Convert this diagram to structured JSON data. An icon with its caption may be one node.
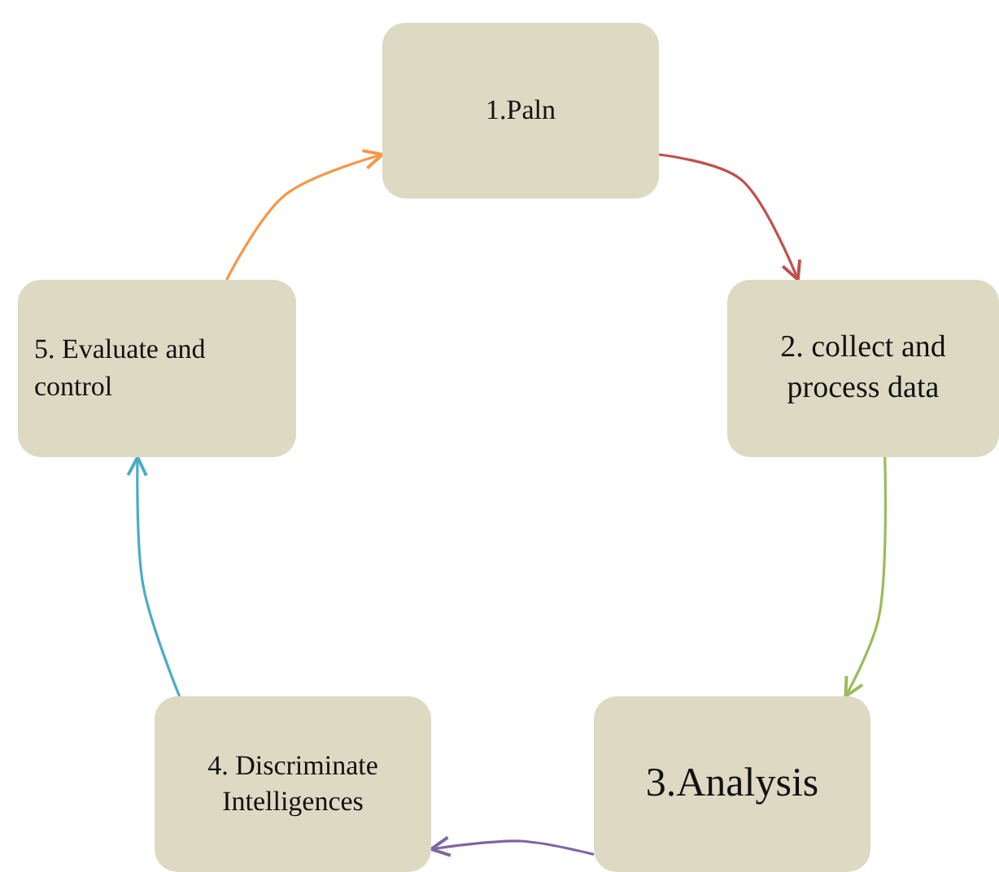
{
  "diagram": {
    "nodes": [
      {
        "text": [
          "1.Paln"
        ]
      },
      {
        "text": [
          "2. collect and process data"
        ]
      },
      {
        "text": [
          "3.Analysis"
        ]
      },
      {
        "text": [
          "4. Discriminate Intelligences"
        ]
      },
      {
        "text": [
          "5. Evaluate and control"
        ]
      }
    ],
    "edges": [
      {
        "from": 0,
        "to": 1,
        "arrow": "to",
        "color": "#c0504d"
      },
      {
        "from": 1,
        "to": 2,
        "arrow": "to",
        "color": "#9bbb59"
      },
      {
        "from": 2,
        "to": 3,
        "arrow": "to",
        "color": "#8064a2"
      },
      {
        "from": 3,
        "to": 4,
        "arrow": "to",
        "color": "#4bacc6"
      },
      {
        "from": 4,
        "to": 0,
        "arrow": "to",
        "color": "#f79646"
      }
    ]
  }
}
